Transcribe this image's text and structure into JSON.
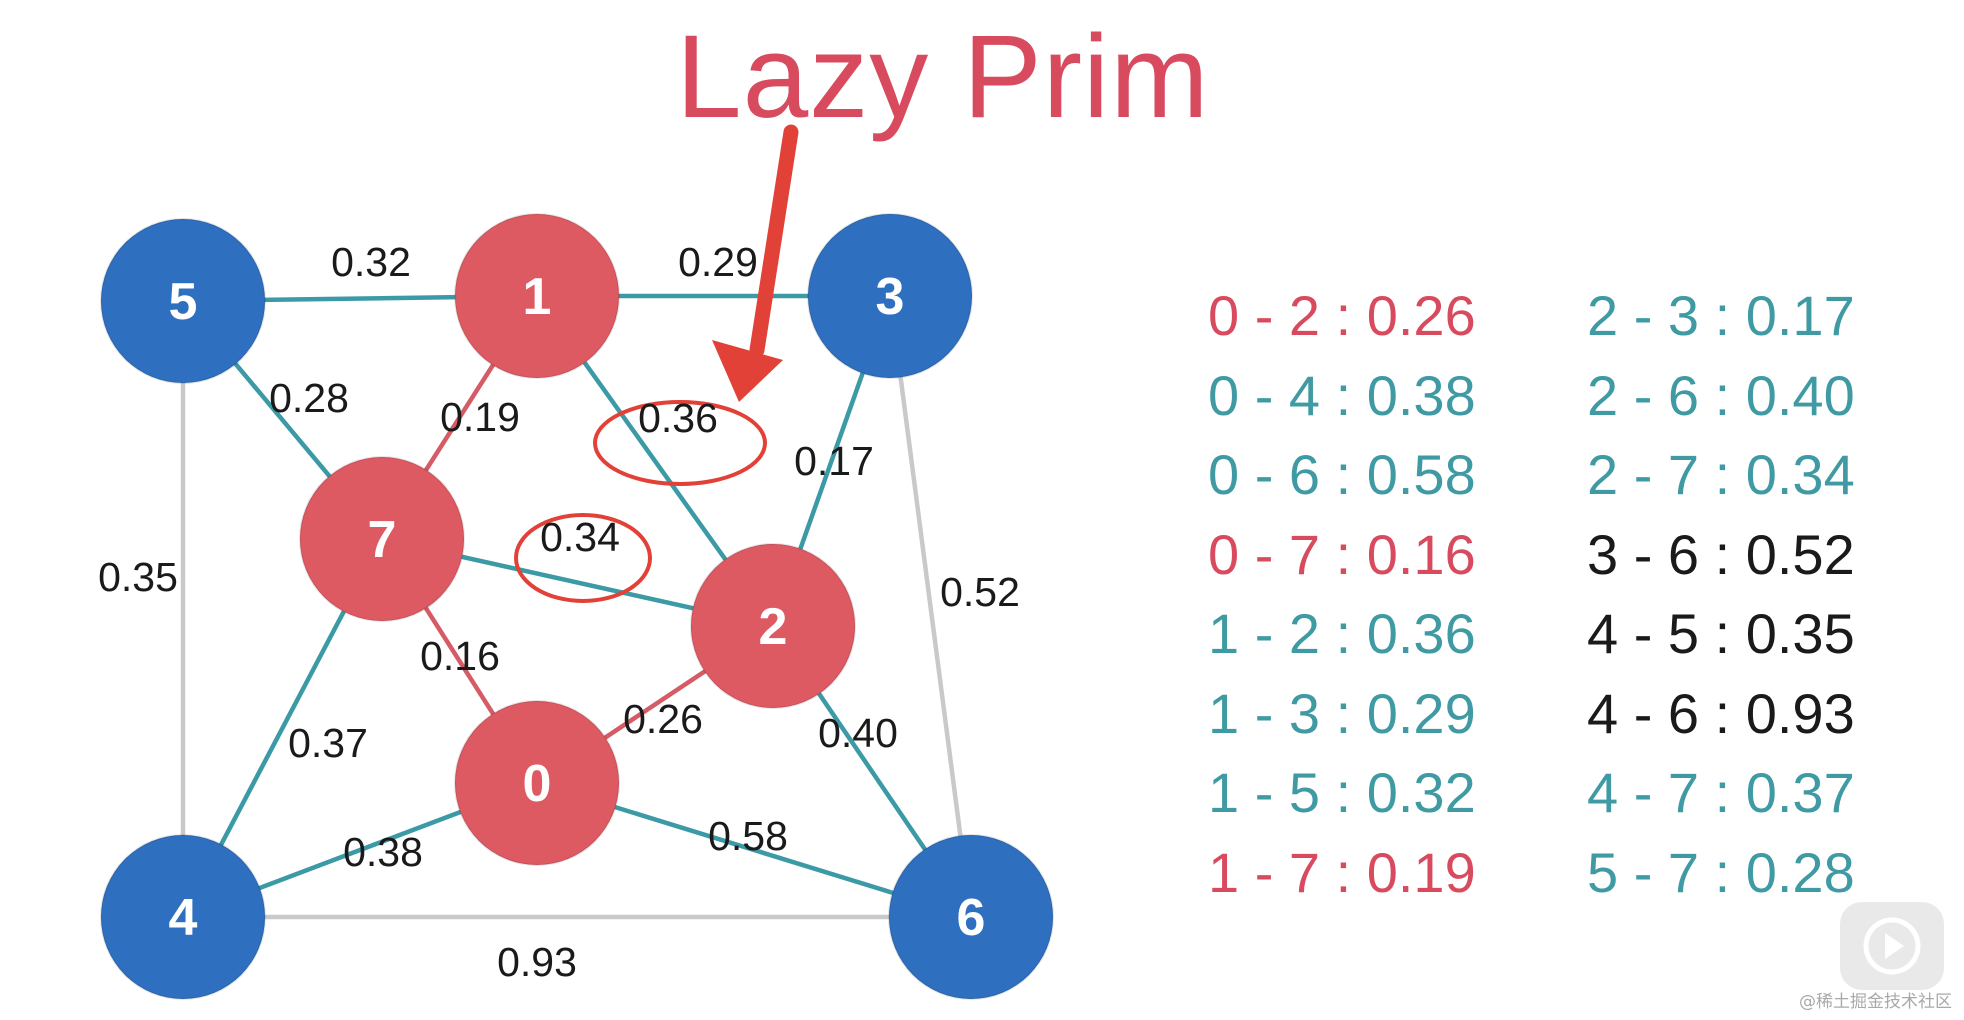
{
  "title": "Lazy Prim",
  "colors": {
    "red_node": "#dd5a63",
    "blue_node": "#2e6fbf",
    "mst_edge": "#d55c67",
    "candidate_edge": "#3b9aa5",
    "gray_edge": "#c9c9c9",
    "annotation": "#e24138",
    "list_red": "#d84b5f",
    "list_teal": "#3f9aa3",
    "list_black": "#1a1a1a"
  },
  "nodes": [
    {
      "id": "0",
      "label": "0",
      "state": "visited"
    },
    {
      "id": "1",
      "label": "1",
      "state": "visited"
    },
    {
      "id": "2",
      "label": "2",
      "state": "visited"
    },
    {
      "id": "3",
      "label": "3",
      "state": "unvisited"
    },
    {
      "id": "4",
      "label": "4",
      "state": "unvisited"
    },
    {
      "id": "5",
      "label": "5",
      "state": "unvisited"
    },
    {
      "id": "6",
      "label": "6",
      "state": "unvisited"
    },
    {
      "id": "7",
      "label": "7",
      "state": "visited"
    }
  ],
  "edges": [
    {
      "from": "0",
      "to": "2",
      "weight": "0.26",
      "state": "mst"
    },
    {
      "from": "0",
      "to": "4",
      "weight": "0.38",
      "state": "candidate"
    },
    {
      "from": "0",
      "to": "6",
      "weight": "0.58",
      "state": "candidate"
    },
    {
      "from": "0",
      "to": "7",
      "weight": "0.16",
      "state": "mst"
    },
    {
      "from": "1",
      "to": "2",
      "weight": "0.36",
      "state": "candidate"
    },
    {
      "from": "1",
      "to": "3",
      "weight": "0.29",
      "state": "candidate"
    },
    {
      "from": "1",
      "to": "5",
      "weight": "0.32",
      "state": "candidate"
    },
    {
      "from": "1",
      "to": "7",
      "weight": "0.19",
      "state": "mst"
    },
    {
      "from": "2",
      "to": "3",
      "weight": "0.17",
      "state": "candidate"
    },
    {
      "from": "2",
      "to": "6",
      "weight": "0.40",
      "state": "candidate"
    },
    {
      "from": "2",
      "to": "7",
      "weight": "0.34",
      "state": "candidate"
    },
    {
      "from": "3",
      "to": "6",
      "weight": "0.52",
      "state": "other"
    },
    {
      "from": "4",
      "to": "5",
      "weight": "0.35",
      "state": "other"
    },
    {
      "from": "4",
      "to": "6",
      "weight": "0.93",
      "state": "other"
    },
    {
      "from": "4",
      "to": "7",
      "weight": "0.37",
      "state": "candidate"
    },
    {
      "from": "5",
      "to": "7",
      "weight": "0.28",
      "state": "candidate"
    }
  ],
  "circled_weights": [
    "0.36",
    "0.34"
  ],
  "edge_list": {
    "left": [
      {
        "text": "0 - 2 : 0.26",
        "color": "red"
      },
      {
        "text": "0 - 4 : 0.38",
        "color": "teal"
      },
      {
        "text": "0 - 6 : 0.58",
        "color": "teal"
      },
      {
        "text": "0 - 7 : 0.16",
        "color": "red"
      },
      {
        "text": "1 - 2 : 0.36",
        "color": "teal"
      },
      {
        "text": "1 - 3 : 0.29",
        "color": "teal"
      },
      {
        "text": "1 - 5 : 0.32",
        "color": "teal"
      },
      {
        "text": "1 - 7 : 0.19",
        "color": "red"
      }
    ],
    "right": [
      {
        "text": "2 - 3 : 0.17",
        "color": "teal"
      },
      {
        "text": "2 - 6 : 0.40",
        "color": "teal"
      },
      {
        "text": "2 - 7 : 0.34",
        "color": "teal"
      },
      {
        "text": "3 - 6 : 0.52",
        "color": "black"
      },
      {
        "text": "4 - 5 : 0.35",
        "color": "black"
      },
      {
        "text": "4 - 6 : 0.93",
        "color": "black"
      },
      {
        "text": "4 - 7 : 0.37",
        "color": "teal"
      },
      {
        "text": "5 - 7 : 0.28",
        "color": "teal"
      }
    ]
  },
  "watermark": {
    "text": "@稀土掘金技术社区",
    "icon": "play-icon"
  }
}
